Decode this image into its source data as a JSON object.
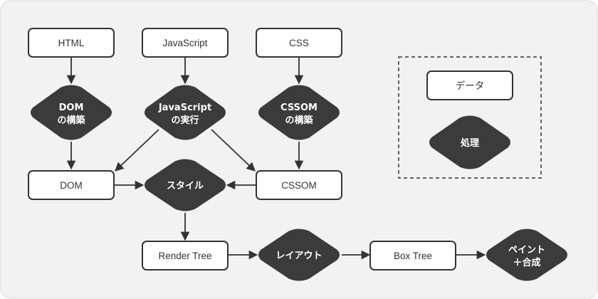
{
  "diagram": {
    "data_nodes": {
      "html": "HTML",
      "javascript": "JavaScript",
      "css": "CSS",
      "dom": "DOM",
      "cssom": "CSSOM",
      "render_tree": "Render Tree",
      "box_tree": "Box Tree"
    },
    "process_nodes": {
      "dom_build": [
        "DOM",
        "の構築"
      ],
      "js_exec": [
        "JavaScript",
        "の実行"
      ],
      "cssom_build": [
        "CSSOM",
        "の構築"
      ],
      "style": "スタイル",
      "layout": "レイアウト",
      "paint_composite": [
        "ペイント",
        "＋合成"
      ]
    },
    "legend": {
      "data_label": "データ",
      "process_label": "処理"
    },
    "colors": {
      "background": "#f2f2f2",
      "process_fill": "#3b3b3b",
      "data_fill": "#ffffff",
      "stroke": "#333333"
    }
  }
}
